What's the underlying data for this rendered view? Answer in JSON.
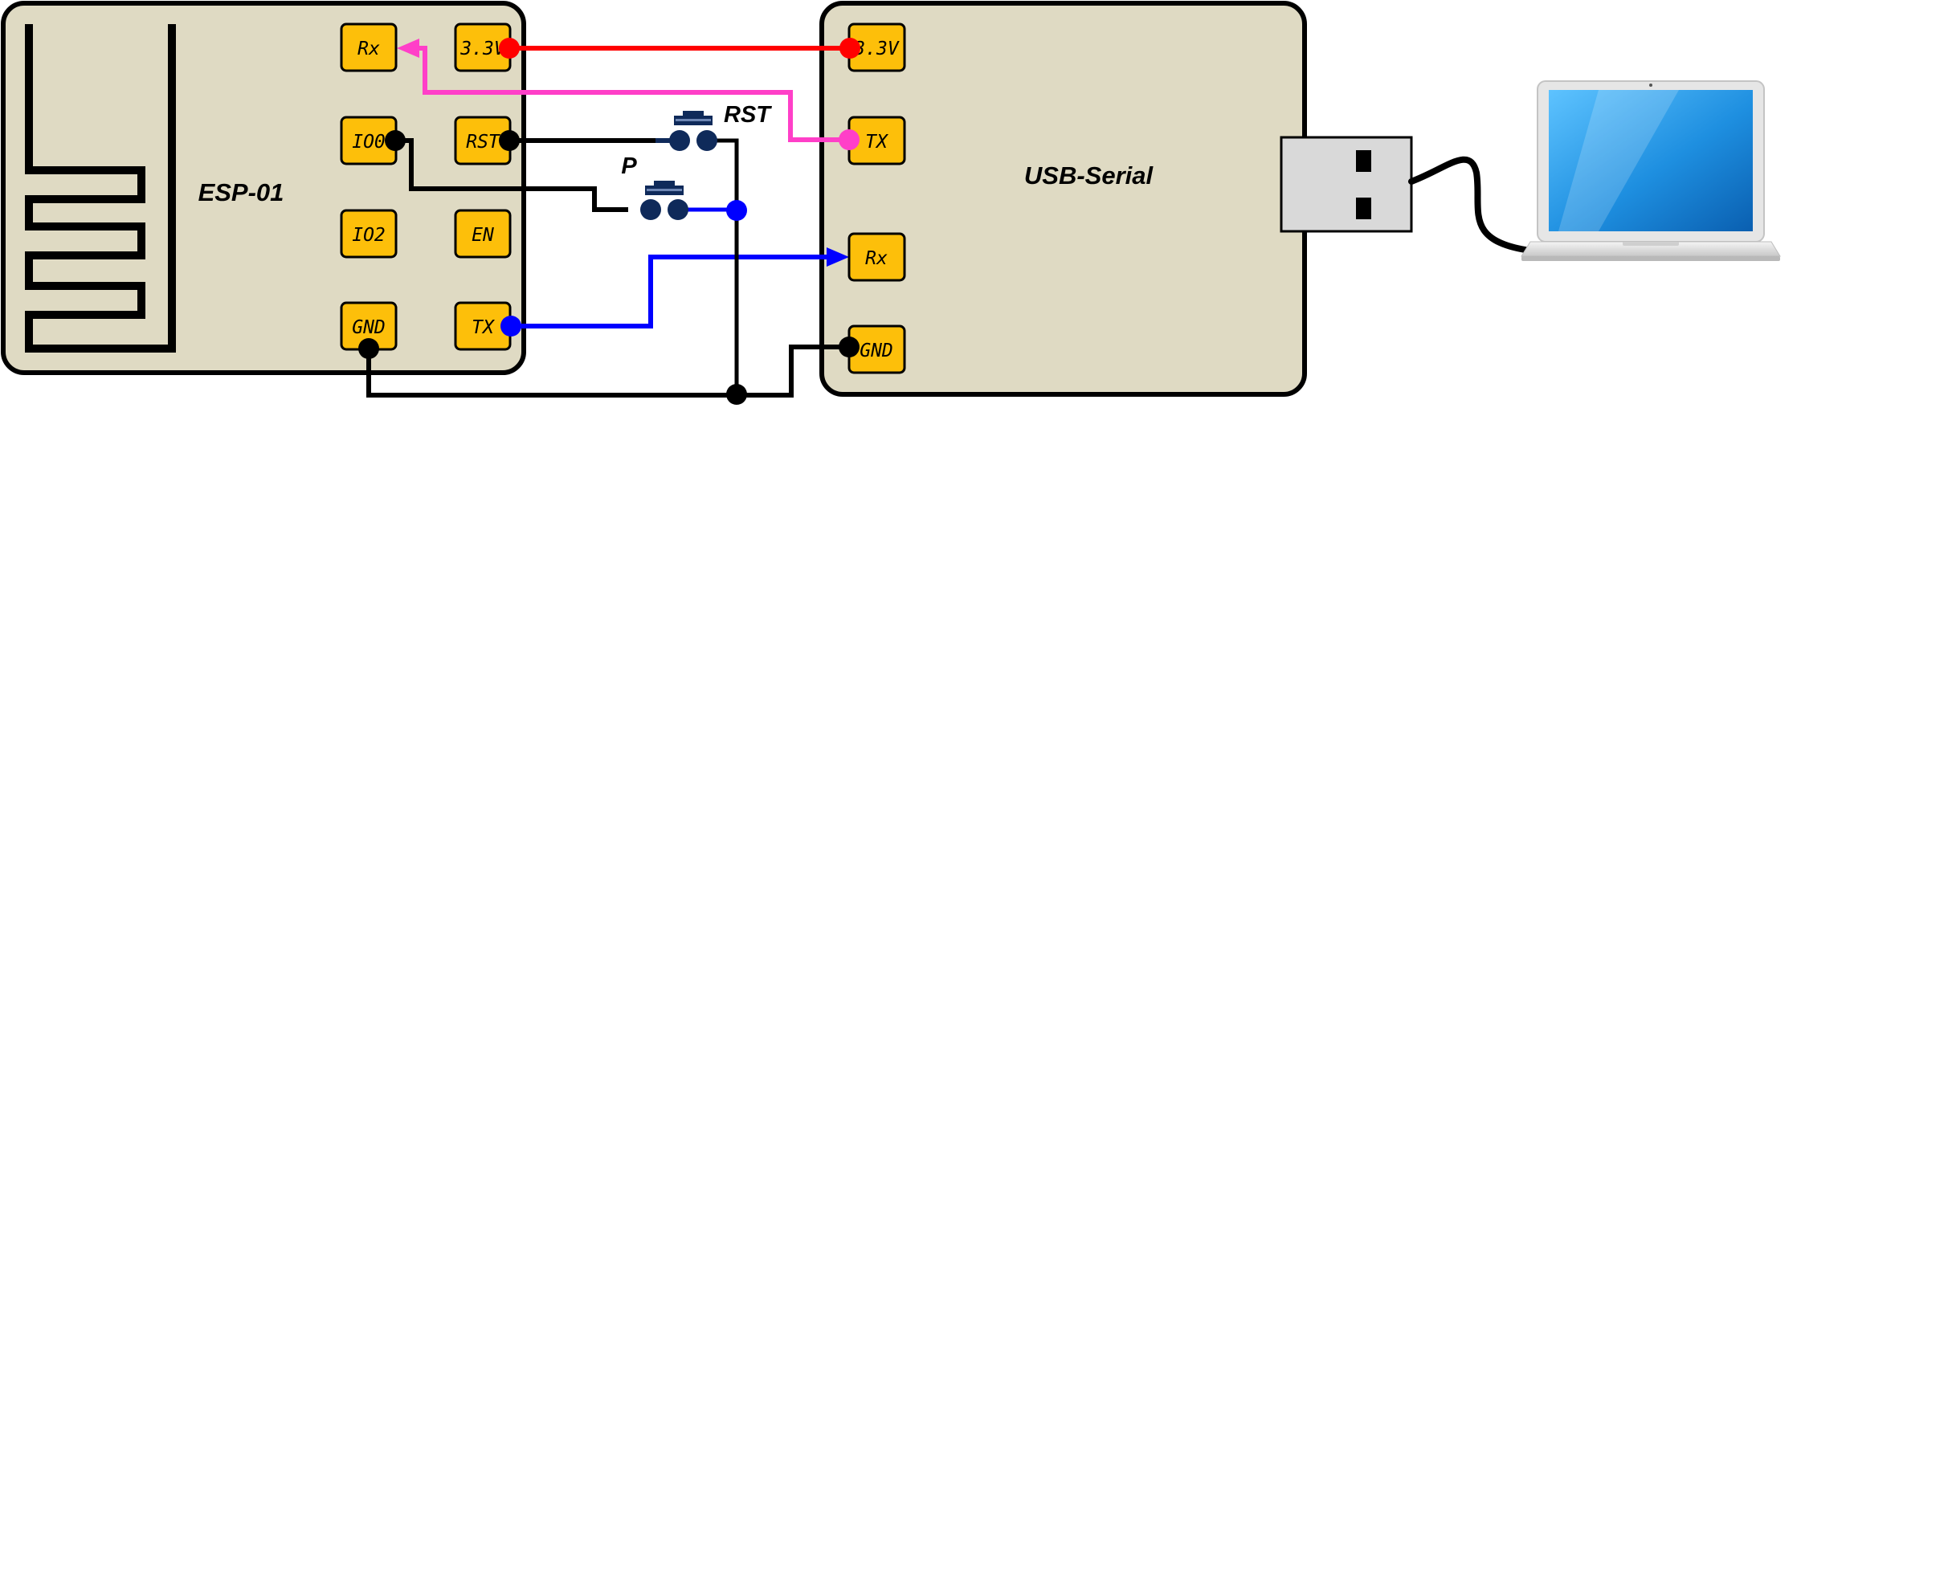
{
  "colors": {
    "background": "#ffffff",
    "board_fill": "#dfdac3",
    "pin_fill": "#fdbf0a",
    "outline": "#000000",
    "wire_power": "#ff0000",
    "wire_tx_to_rx": "#ff3fc8",
    "wire_rx_from_tx": "#0000ff",
    "wire_ground": "#000000",
    "button_color": "#0f2a5a",
    "usb_plug": "#d9d9d9",
    "laptop_screen": "#1e8fe0",
    "laptop_body": "#e6e6e6"
  },
  "esp01": {
    "label": "ESP-01",
    "pins": {
      "rx": "Rx",
      "v33": "3.3V",
      "io0": "IO0",
      "rst": "RST",
      "io2": "IO2",
      "en": "EN",
      "gnd": "GND",
      "tx": "TX"
    },
    "antenna_icon": "pcb-antenna-icon"
  },
  "usb_serial": {
    "label": "USB-Serial",
    "pins": {
      "v33": "3.3V",
      "tx": "TX",
      "rx": "Rx",
      "gnd": "GND"
    },
    "plug_icon": "usb-plug-icon"
  },
  "buttons": {
    "rst": "RST",
    "prog": "P"
  },
  "laptop": {
    "icon": "laptop-icon"
  }
}
